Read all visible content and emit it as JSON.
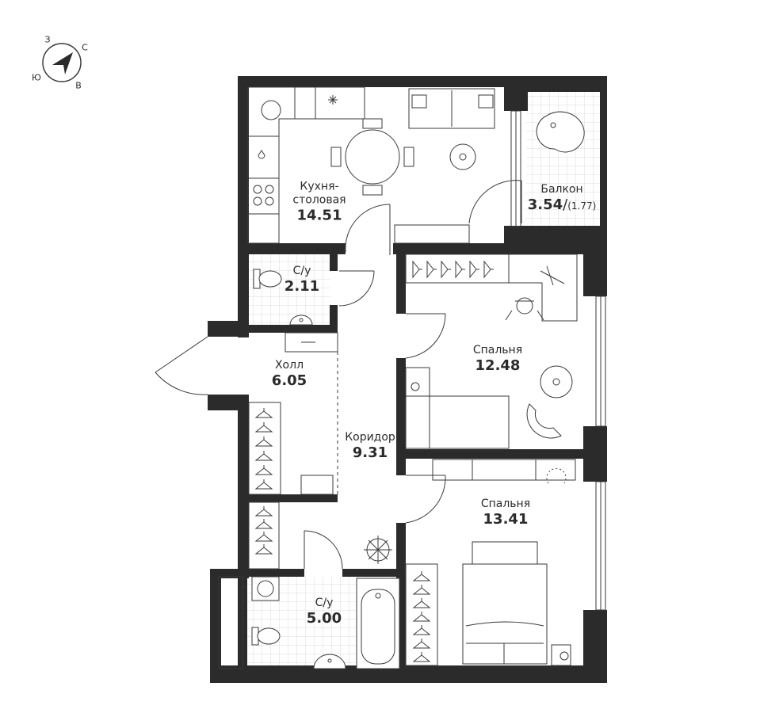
{
  "compass": {
    "n": "З",
    "e": "С",
    "s": "В",
    "w": "Ю"
  },
  "rooms": {
    "kitchen": {
      "name_line1": "Кухня-",
      "name_line2": "столовая",
      "area": "14.51"
    },
    "balcony": {
      "name": "Балкон",
      "area": "3.54",
      "area_reduced": "(1.77)"
    },
    "wc1": {
      "name": "С/у",
      "area": "2.11"
    },
    "hall": {
      "name": "Холл",
      "area": "6.05"
    },
    "corridor": {
      "name": "Коридор",
      "area": "9.31"
    },
    "bedroom1": {
      "name": "Спальня",
      "area": "12.48"
    },
    "bedroom2": {
      "name": "Спальня",
      "area": "13.41"
    },
    "wc2": {
      "name": "С/у",
      "area": "5.00"
    }
  },
  "colors": {
    "wall": "#2b2b2b",
    "line": "#3a3a3a",
    "grid": "#cfcfcf",
    "bg": "#ffffff"
  }
}
